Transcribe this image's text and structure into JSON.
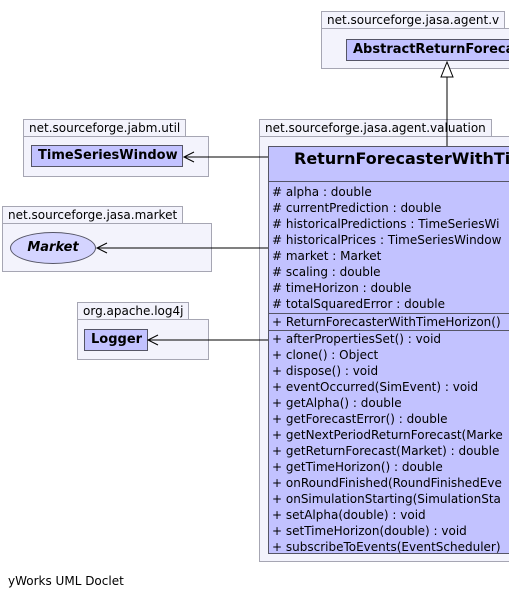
{
  "packages": {
    "agent": "net.sourceforge.jasa.agent.v",
    "jabm_util": "net.sourceforge.jabm.util",
    "market": "net.sourceforge.jasa.market",
    "log4j": "org.apache.log4j",
    "valuation": "net.sourceforge.jasa.agent.valuation"
  },
  "classes": {
    "abstract_forecaster": "AbstractReturnForeca",
    "time_series_window": "TimeSeriesWindow",
    "market": "Market",
    "logger": "Logger"
  },
  "main_class": {
    "title": "ReturnForecasterWithTi",
    "attributes": [
      "# alpha : double",
      "# currentPrediction : double",
      "# historicalPredictions : TimeSeriesWi",
      "# historicalPrices : TimeSeriesWindow",
      "# market : Market",
      "# scaling : double",
      "# timeHorizon : double",
      "# totalSquaredError : double"
    ],
    "constructors": [
      "+ ReturnForecasterWithTimeHorizon()"
    ],
    "methods": [
      "+ afterPropertiesSet() : void",
      "+ clone() : Object",
      "+ dispose() : void",
      "+ eventOccurred(SimEvent) : void",
      "+ getAlpha() : double",
      "+ getForecastError() : double",
      "+ getNextPeriodReturnForecast(Marke",
      "+ getReturnForecast(Market) : double",
      "+ getTimeHorizon() : double",
      "+ onRoundFinished(RoundFinishedEve",
      "+ onSimulationStarting(SimulationSta",
      "+ setAlpha(double) : void",
      "+ setTimeHorizon(double) : void",
      "+ subscribeToEvents(EventScheduler)"
    ]
  },
  "footer": "yWorks UML Doclet"
}
